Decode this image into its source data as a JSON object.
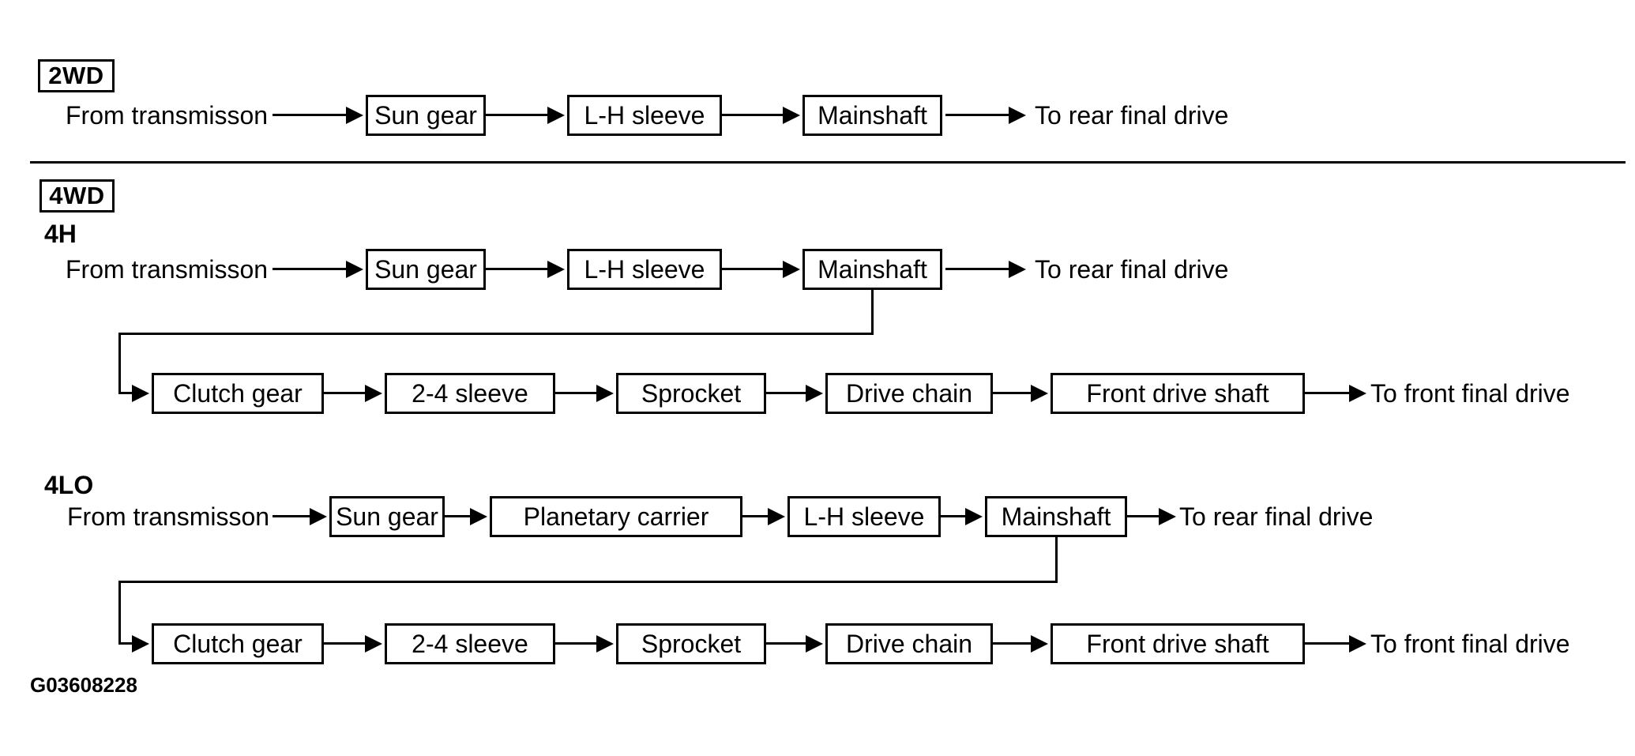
{
  "figure": {
    "code": "G03608228",
    "ink_color": "#000000",
    "paper_color": "#ffffff"
  },
  "sections": {
    "two_wd": {
      "label": "2WD",
      "rear_flow": {
        "from": "From transmisson",
        "boxes": [
          "Sun gear",
          "L-H sleeve",
          "Mainshaft"
        ],
        "to": "To rear final drive"
      }
    },
    "four_wd": {
      "label": "4WD",
      "high": {
        "label": "4H",
        "rear_flow": {
          "from": "From transmisson",
          "boxes": [
            "Sun gear",
            "L-H sleeve",
            "Mainshaft"
          ],
          "to": "To rear final drive"
        },
        "front_flow": {
          "boxes": [
            "Clutch gear",
            "2-4 sleeve",
            "Sprocket",
            "Drive chain",
            "Front drive shaft"
          ],
          "to": "To front final drive"
        }
      },
      "low": {
        "label": "4LO",
        "rear_flow": {
          "from": "From transmisson",
          "boxes": [
            "Sun gear",
            "Planetary carrier",
            "L-H sleeve",
            "Mainshaft"
          ],
          "to": "To rear final drive"
        },
        "front_flow": {
          "boxes": [
            "Clutch gear",
            "2-4 sleeve",
            "Sprocket",
            "Drive chain",
            "Front drive shaft"
          ],
          "to": "To front final drive"
        }
      }
    }
  }
}
